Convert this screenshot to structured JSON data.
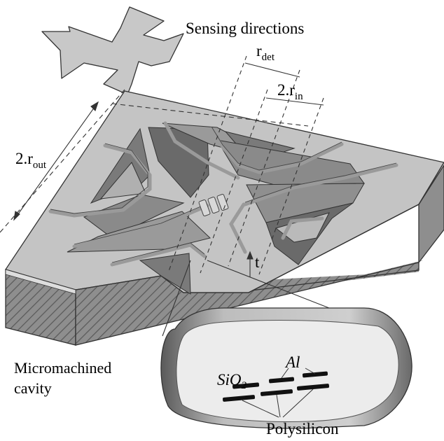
{
  "labels": {
    "sensing_directions": "Sensing directions",
    "r_det": {
      "base": "r",
      "sub": "det"
    },
    "two_r_in": {
      "base": "2.r",
      "sub": "in"
    },
    "two_r_out": {
      "base": "2.r",
      "sub": "out"
    },
    "t": "t",
    "micromachined": "Micromachined",
    "cavity": "cavity",
    "sio2": {
      "base": "SiO",
      "sub": "2"
    },
    "al": "Al",
    "polysilicon": "Polysilicon"
  },
  "icons": [
    "four-arrow-cross-icon"
  ],
  "colors": {
    "top_surface": "#c4c4c4",
    "side_dark": "#8e8e8e",
    "cavity_dark": "#6a6a6a",
    "trace": "#9a9a9a"
  }
}
